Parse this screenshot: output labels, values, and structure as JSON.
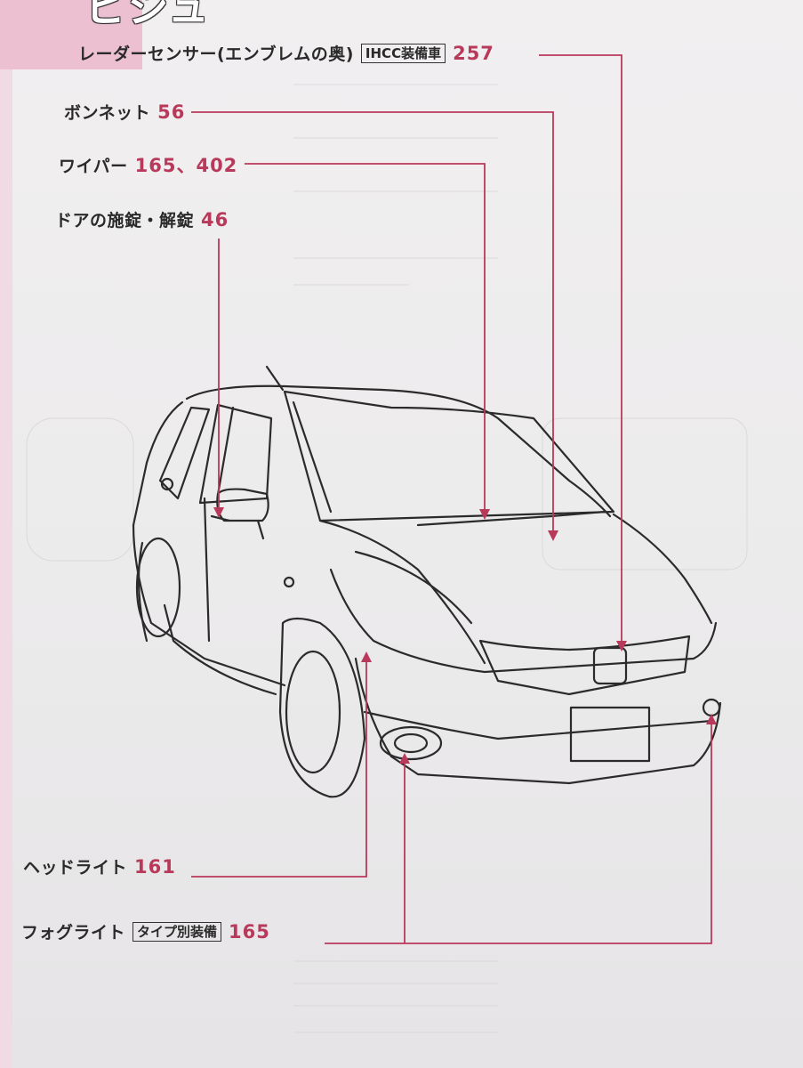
{
  "page": {
    "section_title": "ビジュ"
  },
  "callouts": [
    {
      "id": "radar",
      "label": "レーダーセンサー(エンブレムの奥)",
      "badge": "IHCC装備車",
      "pages": "257"
    },
    {
      "id": "bonnet",
      "label": "ボンネット",
      "badge": "",
      "pages": "56"
    },
    {
      "id": "wiper",
      "label": "ワイパー",
      "badge": "",
      "pages": "165、402"
    },
    {
      "id": "door",
      "label": "ドアの施錠・解錠",
      "badge": "",
      "pages": "46"
    },
    {
      "id": "headlight",
      "label": "ヘッドライト",
      "badge": "",
      "pages": "161"
    },
    {
      "id": "foglight",
      "label": "フォグライト",
      "badge": "タイプ別装備",
      "pages": "165"
    }
  ],
  "colors": {
    "accent": "#b8395a",
    "tab": "#ecc0d1"
  }
}
